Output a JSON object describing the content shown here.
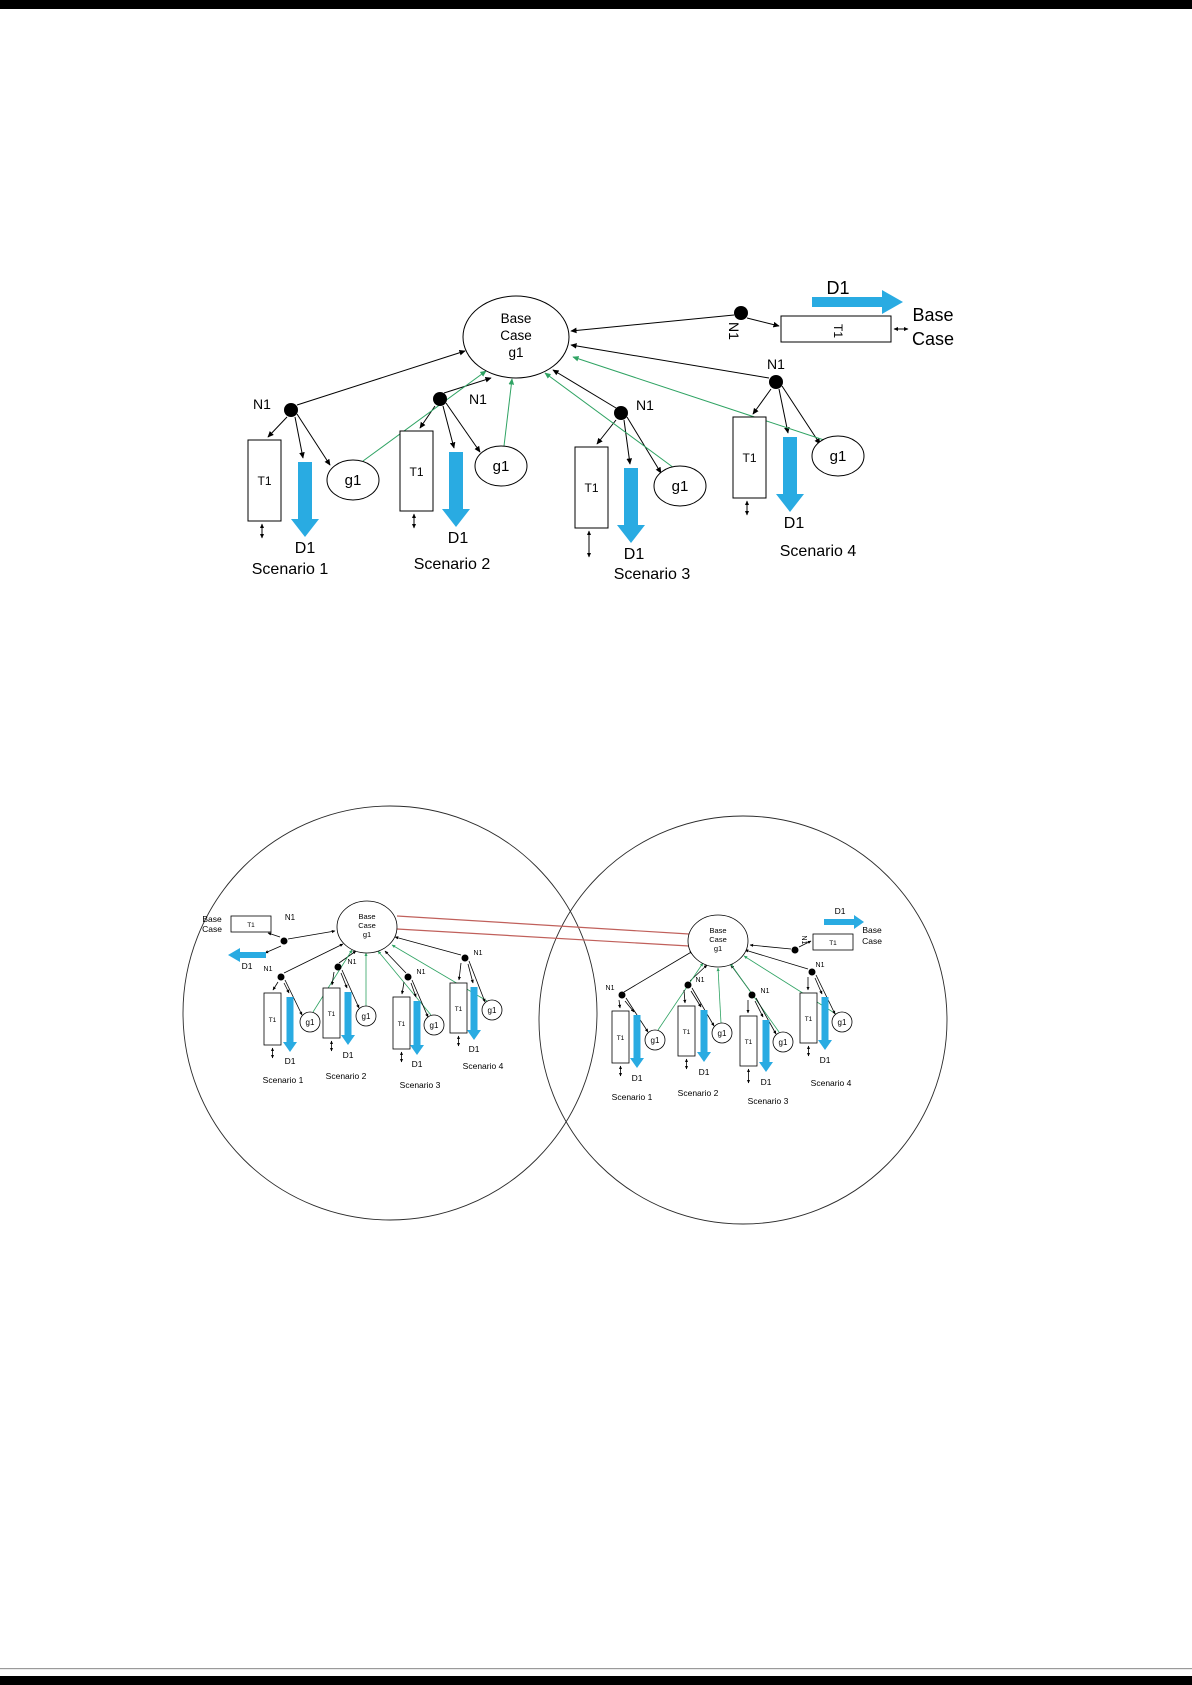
{
  "page": {
    "background": "#ffffff",
    "top_bar_color": "#000000",
    "bottom_bar_color": "#000000"
  },
  "colors": {
    "arrow_blue": "#29ABE2",
    "link_green": "#2FA363",
    "link_red": "#C0605B",
    "ink": "#000000"
  },
  "labels": {
    "n1": "N1",
    "t1": "T1",
    "g1": "g1",
    "d1": "D1",
    "base": "Base",
    "case": "Case",
    "base_case_node": [
      "Base",
      "Case",
      "g1"
    ],
    "scenarios": [
      "Scenario 1",
      "Scenario 2",
      "Scenario 3",
      "Scenario 4"
    ]
  }
}
